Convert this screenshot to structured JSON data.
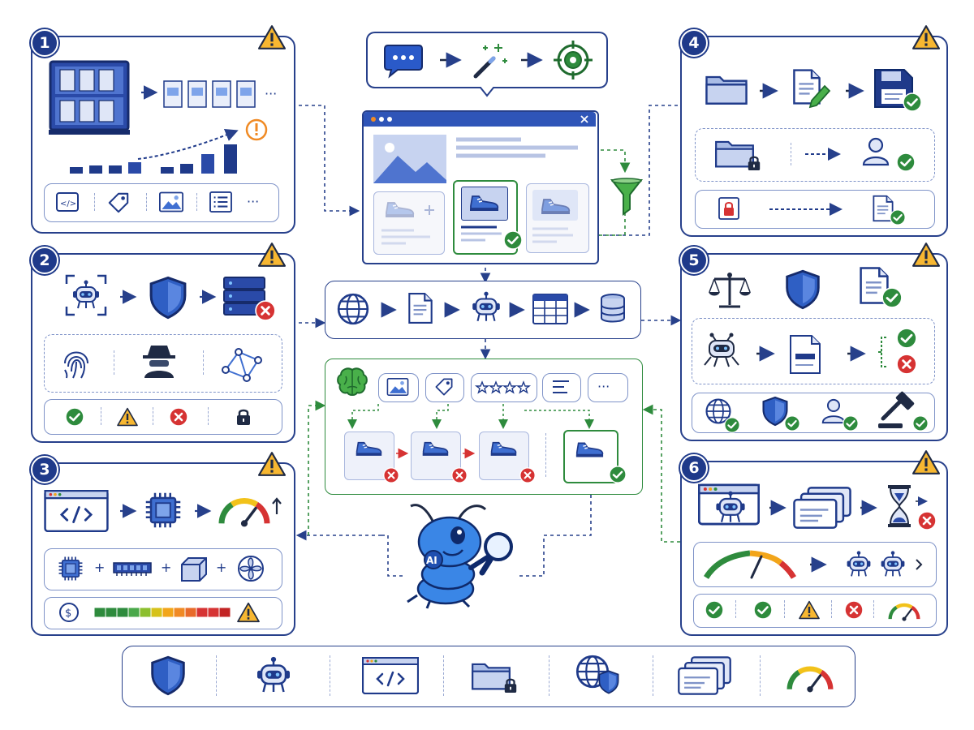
{
  "panels": [
    {
      "id": "1",
      "label": "1"
    },
    {
      "id": "2",
      "label": "2"
    },
    {
      "id": "3",
      "label": "3"
    },
    {
      "id": "4",
      "label": "4"
    },
    {
      "id": "5",
      "label": "5"
    },
    {
      "id": "6",
      "label": "6"
    }
  ],
  "icons": {
    "warning": "warning-triangle-icon",
    "check": "check-circle-icon",
    "error": "error-x-icon",
    "lock": "padlock-icon",
    "search_bot": "bug-robot-magnifier-mascot",
    "mascot_label": "AI"
  },
  "code_glyph": "</>",
  "more_glyph": "···",
  "plus_glyph": "+",
  "dollar_glyph": "$",
  "colors": {
    "primary": "#1f3a8a",
    "accent_blue": "#3f6fd1",
    "light_blue": "#c7d3f0",
    "green": "#2e8b3d",
    "red": "#d63333",
    "warning": "#f2a51a",
    "orange_alert": "#f08a24"
  }
}
